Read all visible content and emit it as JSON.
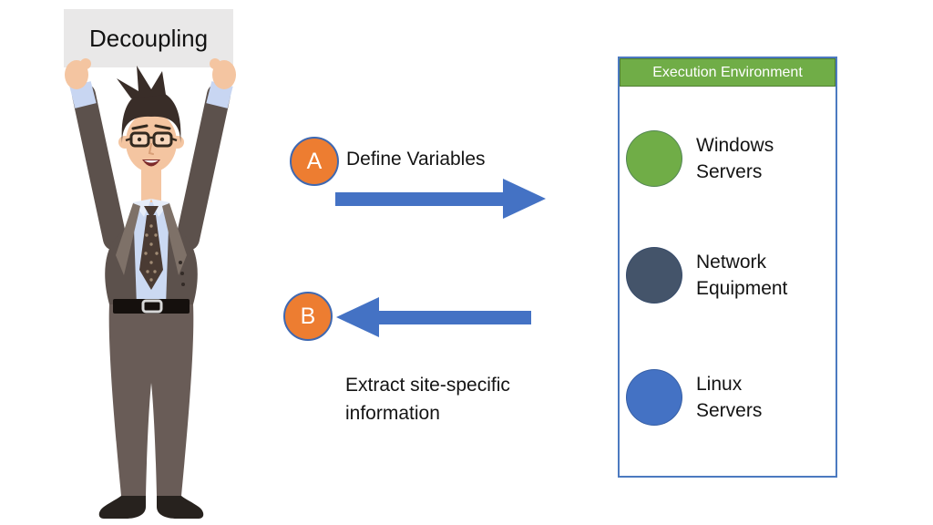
{
  "sign": {
    "label": "Decoupling"
  },
  "steps": {
    "a": {
      "id": "A",
      "label": "Define Variables"
    },
    "b": {
      "id": "B",
      "label": "Extract site-specific information"
    }
  },
  "panel": {
    "title": "Execution Environment",
    "title_bg": "#70AD47",
    "items": [
      {
        "label": "Windows Servers",
        "color": "#70AD47"
      },
      {
        "label": "Network Equipment",
        "color": "#44546A"
      },
      {
        "label": "Linux Servers",
        "color": "#4472C4"
      }
    ]
  },
  "colors": {
    "arrow": "#4472C4",
    "step_badge": "#ED7D31",
    "panel_border": "#4C7AC0"
  }
}
